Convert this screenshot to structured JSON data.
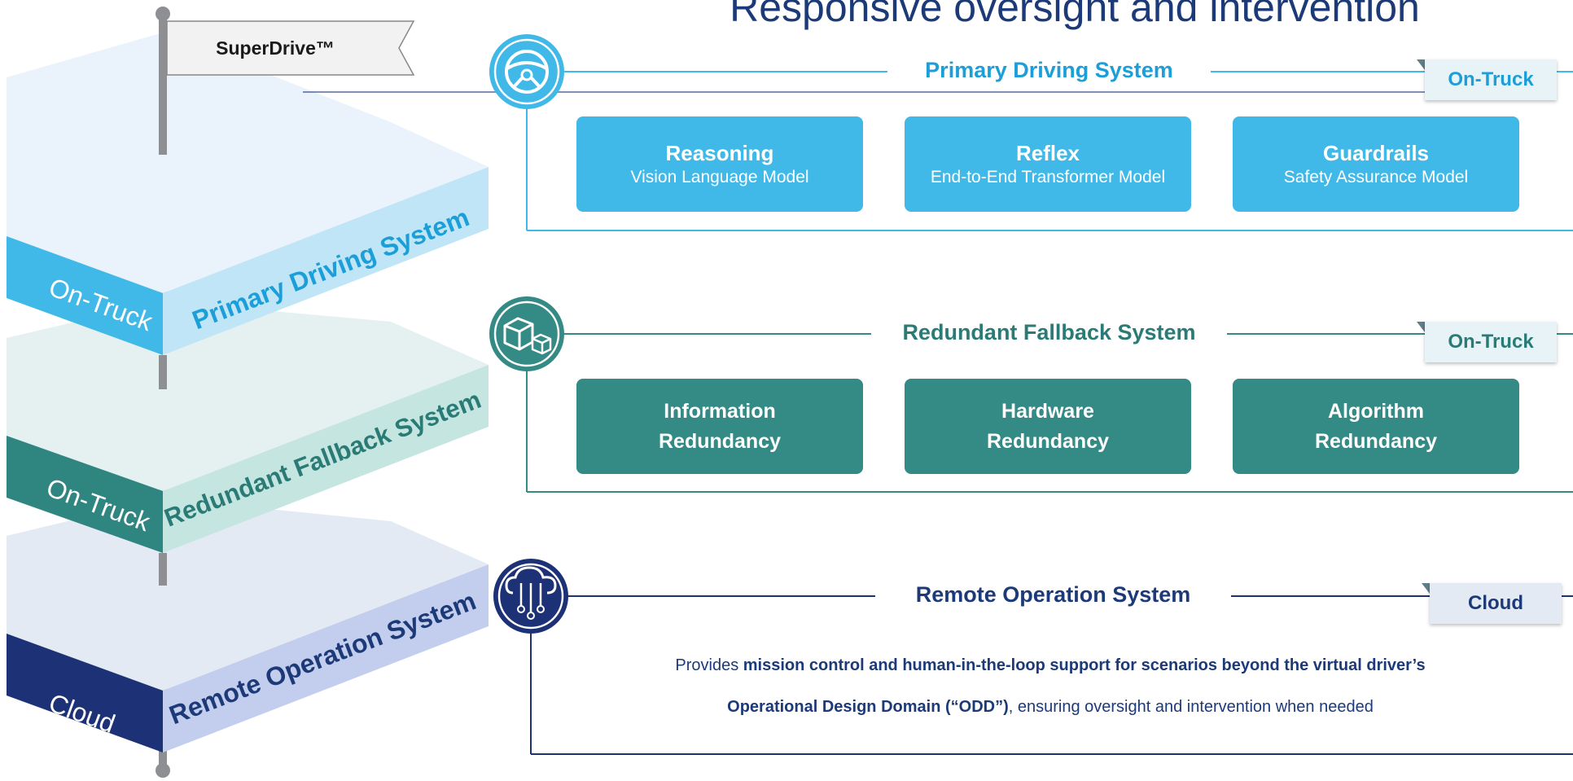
{
  "page": {
    "title": "Responsive oversight and intervention"
  },
  "flag": {
    "label": "SuperDrive™"
  },
  "stack": {
    "layers": [
      {
        "side_label": "On-Truck",
        "top_label": "Primary Driving System",
        "colors": {
          "top": "#eaf3fb",
          "side": "#40b8e8",
          "front": "#bfe5f7",
          "text": "#1c9ed8"
        }
      },
      {
        "side_label": "On-Truck",
        "top_label": "Redundant Fallback System",
        "colors": {
          "top": "#e4f1f0",
          "side": "#2f8580",
          "front": "#c5e5e1",
          "text": "#2a7b76"
        }
      },
      {
        "side_label": "Cloud",
        "top_label": "Remote Operation System",
        "colors": {
          "top": "#e3eaf4",
          "side": "#1d3276",
          "front": "#c3cded",
          "text": "#1d3a78"
        }
      }
    ]
  },
  "sections": {
    "primary": {
      "title": "Primary Driving System",
      "tag": "On-Truck",
      "icon": "steering-wheel-icon",
      "color": "#40b8e8",
      "modules": [
        {
          "title": "Reasoning",
          "subtitle": "Vision Language Model"
        },
        {
          "title": "Reflex",
          "subtitle": "End-to-End Transformer Model"
        },
        {
          "title": "Guardrails",
          "subtitle": "Safety Assurance Model"
        }
      ]
    },
    "fallback": {
      "title": "Redundant Fallback System",
      "tag": "On-Truck",
      "icon": "cubes-icon",
      "color": "#348a85",
      "modules": [
        {
          "line1": "Information",
          "line2": "Redundancy"
        },
        {
          "line1": "Hardware",
          "line2": "Redundancy"
        },
        {
          "line1": "Algorithm",
          "line2": "Redundancy"
        }
      ]
    },
    "remote": {
      "title": "Remote Operation System",
      "tag": "Cloud",
      "icon": "cloud-network-icon",
      "color": "#1d3276",
      "description": {
        "line1_pre": "Provides ",
        "line1_bold": "mission control and human-in-the-loop support for scenarios beyond the virtual driver’s",
        "line2_bold": "Operational Design Domain (“ODD”)",
        "line2_post": ", ensuring oversight and intervention when needed"
      }
    }
  }
}
